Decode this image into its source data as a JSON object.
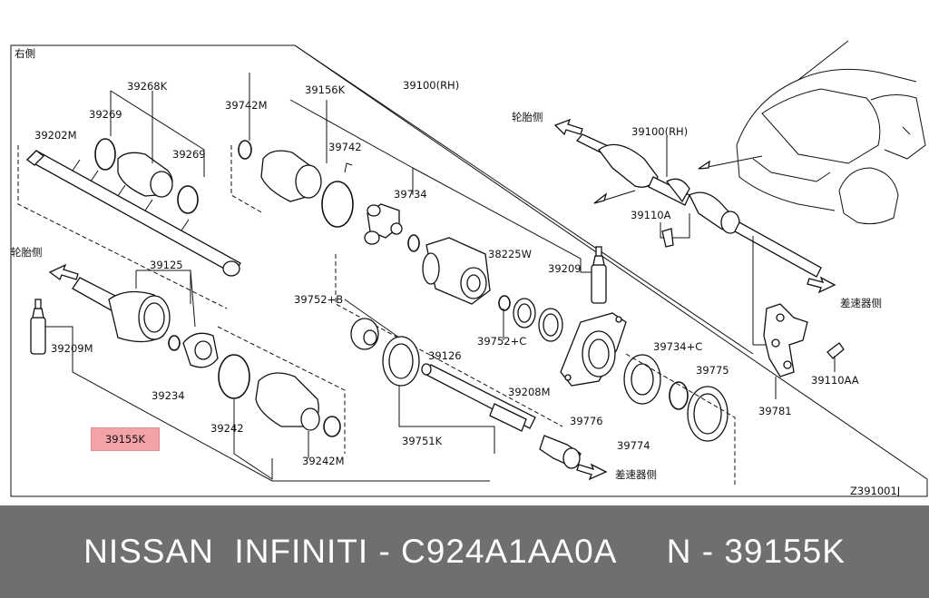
{
  "diagram": {
    "side_label": "右側",
    "wheel_side": "轮胎侧",
    "diff_side": "差速器侧",
    "figure_code": "Z391001J",
    "highlight_part": "39155K",
    "parts": {
      "p39268K": "39268K",
      "p39269a": "39269",
      "p39269b": "39269",
      "p39202M": "39202M",
      "p39742M": "39742M",
      "p39156K": "39156K",
      "p39742": "39742",
      "p39100RH_a": "39100(RH)",
      "p39100RH_b": "39100(RH)",
      "p39734": "39734",
      "p38225W": "38225W",
      "p39209": "39209",
      "p39125": "39125",
      "p39752B": "39752+B",
      "p39752C": "39752+C",
      "p39126": "39126",
      "p39209M": "39209M",
      "p39234": "39234",
      "p39208M": "39208M",
      "p39734C": "39734+C",
      "p39775": "39775",
      "p39776": "39776",
      "p39242": "39242",
      "p39751K": "39751K",
      "p39774": "39774",
      "p39242M": "39242M",
      "p39110A": "39110A",
      "p39110AA": "39110AA",
      "p39781": "39781"
    }
  },
  "footer": {
    "caption": "NISSAN  INFINITI - C924A1AA0A     N - 39155K"
  }
}
